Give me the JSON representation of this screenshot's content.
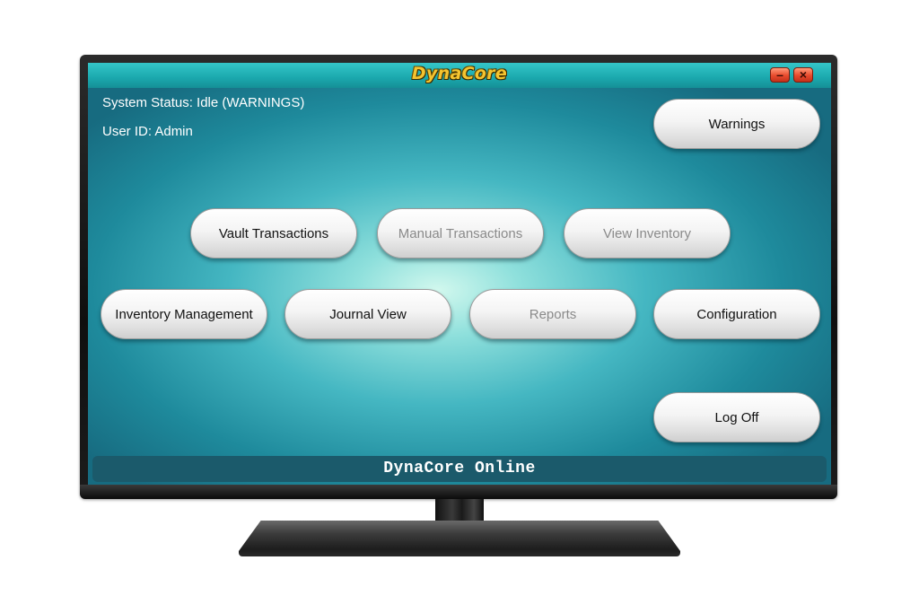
{
  "window": {
    "title": "DynaCore",
    "minimize_glyph": "–",
    "close_glyph": "×"
  },
  "status": {
    "system_status": "System Status: Idle (WARNINGS)",
    "user_id": "User ID: Admin"
  },
  "buttons": {
    "warnings": "Warnings",
    "vault_transactions": "Vault Transactions",
    "manual_transactions": "Manual Transactions",
    "view_inventory": "View Inventory",
    "inventory_management": "Inventory Management",
    "journal_view": "Journal View",
    "reports": "Reports",
    "configuration": "Configuration",
    "log_off": "Log Off"
  },
  "statusbar": {
    "text": "DynaCore Online"
  },
  "colors": {
    "title_gold": "#f4c430",
    "titlebar_teal": "#1ba8ad",
    "statusbar_bg": "#1b5a6b",
    "disabled_text": "#8a8a8a"
  }
}
